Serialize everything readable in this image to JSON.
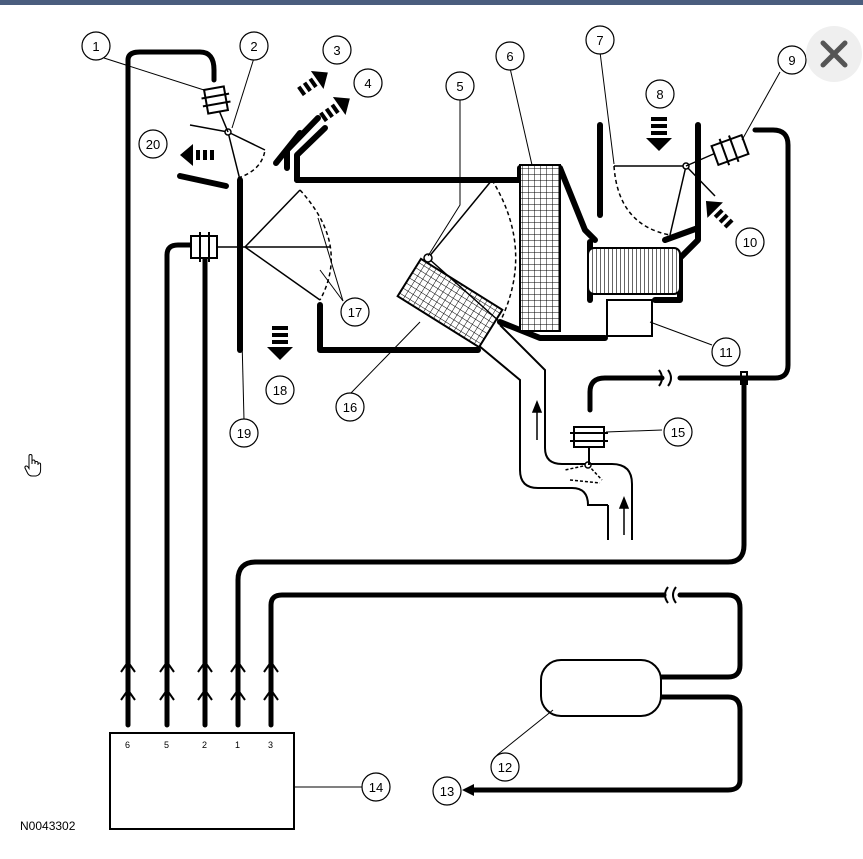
{
  "figure_code": "N0043302",
  "callouts": [
    "1",
    "2",
    "3",
    "4",
    "5",
    "6",
    "7",
    "8",
    "9",
    "10",
    "11",
    "12",
    "13",
    "14",
    "15",
    "16",
    "17",
    "18",
    "19",
    "20"
  ],
  "connector_pins": [
    "6",
    "5",
    "2",
    "1",
    "3"
  ],
  "close_icon": "close-icon",
  "cursor_icon": "hand-pointer-icon"
}
